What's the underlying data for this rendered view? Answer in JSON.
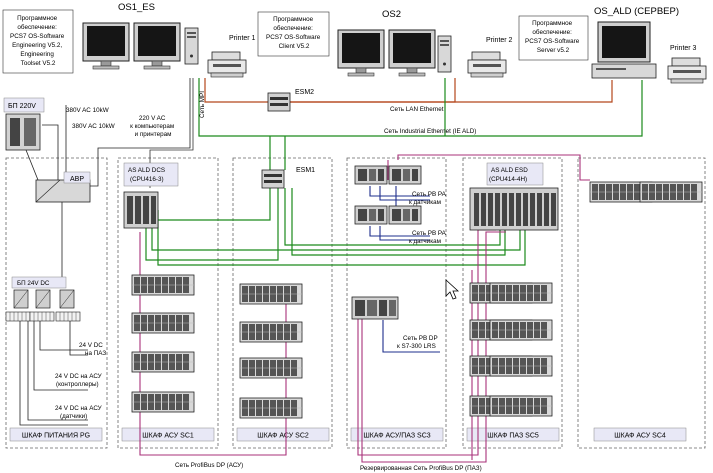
{
  "workstations": {
    "os1": {
      "name": "OS1_ES",
      "software": [
        "Программное",
        "обеспечение:",
        "PCS7 OS-Software",
        "Engineering V5.2,",
        "Engineering",
        "Toolset V5.2"
      ],
      "printer": "Printer 1"
    },
    "os2": {
      "name": "OS2",
      "software": [
        "Программное",
        "обеспечение:",
        "PCS7 OS-Software",
        "Client V5.2"
      ],
      "printer": "Printer 2"
    },
    "os3": {
      "name": "OS_ALD (СЕРВЕР)",
      "software": [
        "Программное",
        "обеспечение:",
        "PCS7 OS-Software",
        "Server v5.2"
      ],
      "printer": "Printer 3"
    }
  },
  "switches": {
    "esm2": "ESM2",
    "esm1": "ESM1"
  },
  "networks": {
    "lan": "Сеть LAN Ethernet",
    "industrial": "Сеть Industrial Ethernet (IE ALD)",
    "mpi": "Сеть MPI",
    "profibus": "Сеть ProfiBus DP (АСУ)",
    "profibus_reserve": "Резервированная Сеть ProfiBus DP (ПАЗ)",
    "pbpa1": [
      "Сеть PB PA",
      "к датчикам"
    ],
    "pbpa2": [
      "Сеть PB PA",
      "к датчикам"
    ],
    "pbdp": [
      "Сеть PB DP",
      "к S7-300 LRS"
    ]
  },
  "power": {
    "bp220": "БП 220V",
    "ac1": "380V AC 10kW",
    "ac2": "380V AC 10kW",
    "ac220": [
      "220 V AC",
      "к компьютерам",
      "и принтерам"
    ],
    "avr": "АВР",
    "bp24": "БП 24V DC",
    "dc1": [
      "24 V DC",
      "на ПАЗ"
    ],
    "dc2": [
      "24 V DC на АСУ",
      "(контроллеры)"
    ],
    "dc3": [
      "24 V DC на АСУ",
      "(датчики)"
    ]
  },
  "controllers": {
    "dcs": [
      "AS ALD DCS",
      "(CPU416-3)"
    ],
    "esd": [
      "AS ALD ESD",
      "(CPU414-4H)"
    ]
  },
  "cabinets": [
    "ШКАФ ПИТАНИЯ РG",
    "ШКАФ АСУ SC1",
    "ШКАФ АСУ SC2",
    "ШКАФ АСУ/ПАЗ SC3",
    "ШКАФ ПАЗ SC5",
    "ШКАФ АСУ SC4"
  ],
  "colors": {
    "lan": "#b5471c",
    "industrial": "#1c8a1c",
    "profibus": "#a8327a",
    "pbpa": "#1e2f8c"
  }
}
